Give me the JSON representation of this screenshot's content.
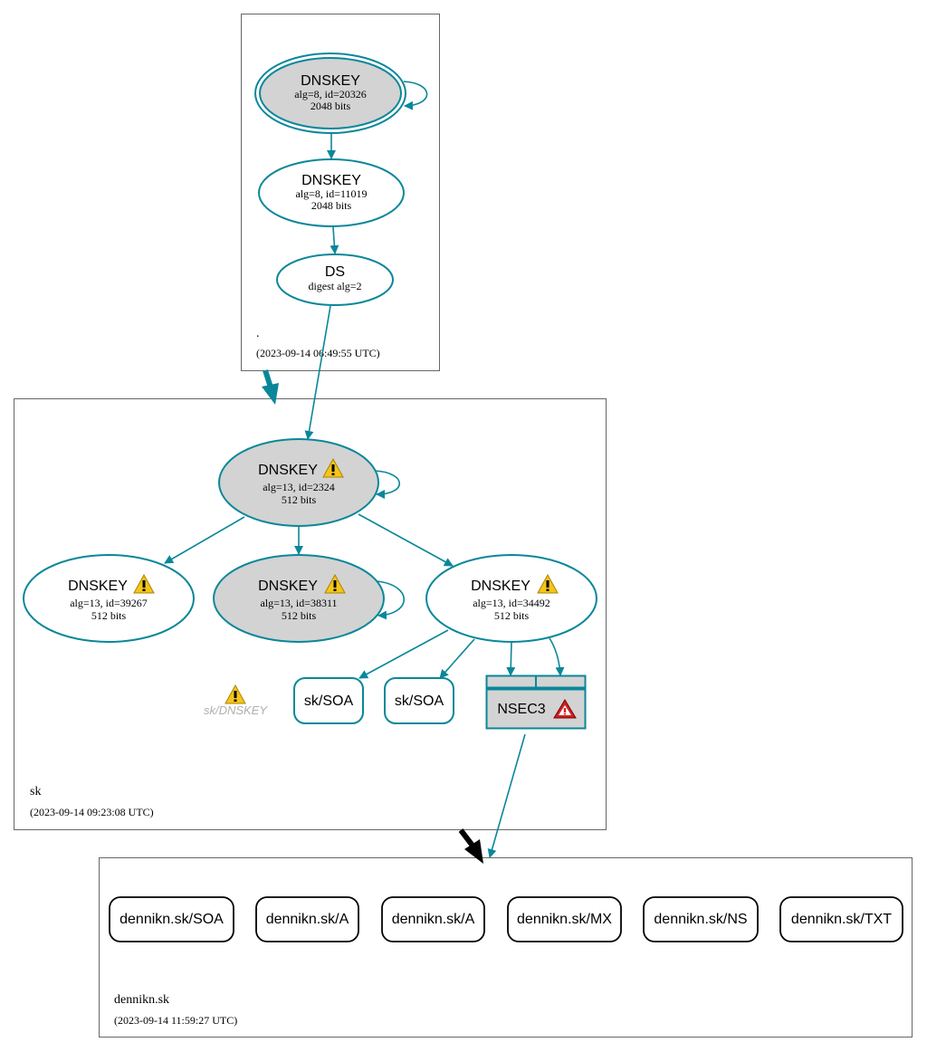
{
  "colors": {
    "teal": "#0a879a",
    "sep_fill": "#d3d3d3",
    "warning_yellow": "#f5c518",
    "error_red": "#cc2222",
    "delegation_arrow_black": "#000000"
  },
  "icons": {
    "warning": "warning-triangle-icon",
    "error": "error-triangle-icon"
  },
  "zones": {
    "root": {
      "name": ".",
      "timestamp": "(2023-09-14 06:49:55 UTC)",
      "nodes": {
        "ksk": {
          "type": "DNSKEY",
          "detail": "alg=8, id=20326",
          "bits": "2048 bits"
        },
        "zsk": {
          "type": "DNSKEY",
          "detail": "alg=8, id=11019",
          "bits": "2048 bits"
        },
        "ds": {
          "type": "DS",
          "detail": "digest alg=2"
        }
      }
    },
    "sk": {
      "name": "sk",
      "timestamp": "(2023-09-14 09:23:08 UTC)",
      "nodes": {
        "ksk": {
          "type": "DNSKEY",
          "detail": "alg=13, id=2324",
          "bits": "512 bits"
        },
        "key_39267": {
          "type": "DNSKEY",
          "detail": "alg=13, id=39267",
          "bits": "512 bits"
        },
        "key_38311": {
          "type": "DNSKEY",
          "detail": "alg=13, id=38311",
          "bits": "512 bits"
        },
        "key_34492": {
          "type": "DNSKEY",
          "detail": "alg=13, id=34492",
          "bits": "512 bits"
        },
        "ghost_dnskey": "sk/DNSKEY",
        "soa_1": "sk/SOA",
        "soa_2": "sk/SOA",
        "nsec3": "NSEC3"
      }
    },
    "dennikn": {
      "name": "dennikn.sk",
      "timestamp": "(2023-09-14 11:59:27 UTC)",
      "records": [
        "dennikn.sk/SOA",
        "dennikn.sk/A",
        "dennikn.sk/A",
        "dennikn.sk/MX",
        "dennikn.sk/NS",
        "dennikn.sk/TXT"
      ]
    }
  }
}
